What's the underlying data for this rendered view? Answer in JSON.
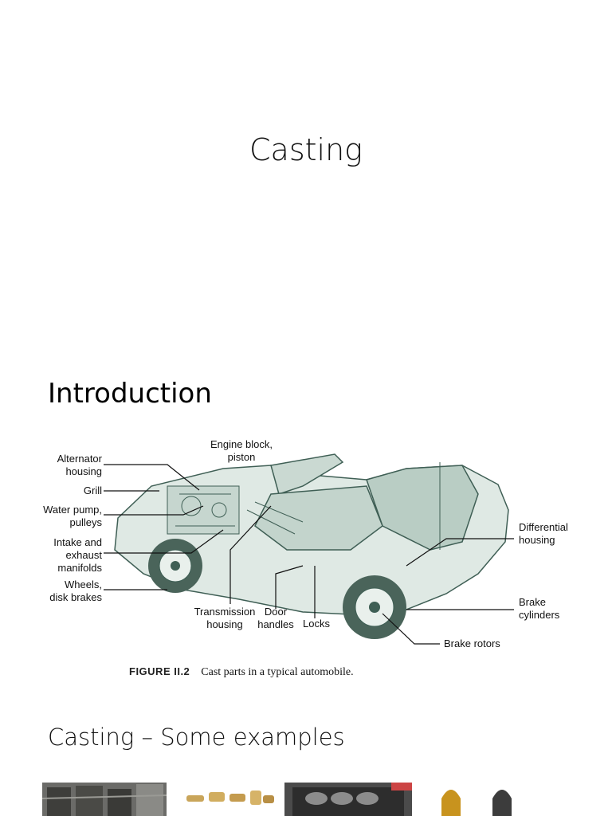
{
  "title": "Casting",
  "introduction": {
    "heading": "Introduction",
    "callouts": {
      "engine_block": "Engine block,\npiston",
      "alternator": "Alternator\nhousing",
      "grill": "Grill",
      "water_pump": "Water pump,\npulleys",
      "intake": "Intake and\nexhaust\nmanifolds",
      "wheels": "Wheels,\ndisk brakes",
      "transmission": "Transmission\nhousing",
      "door_handles": "Door\nhandles",
      "locks": "Locks",
      "differential": "Differential\nhousing",
      "brake_cylinders": "Brake\ncylinders",
      "brake_rotors": "Brake rotors"
    },
    "figure_label": "FIGURE II.2",
    "figure_caption": "Cast parts in a typical automobile."
  },
  "examples": {
    "heading": "Casting – Some examples"
  },
  "colors": {
    "car_fill": "#dfe9e4",
    "car_dark": "#6f8f82",
    "car_line": "#3f5f55",
    "leader": "#111111"
  }
}
